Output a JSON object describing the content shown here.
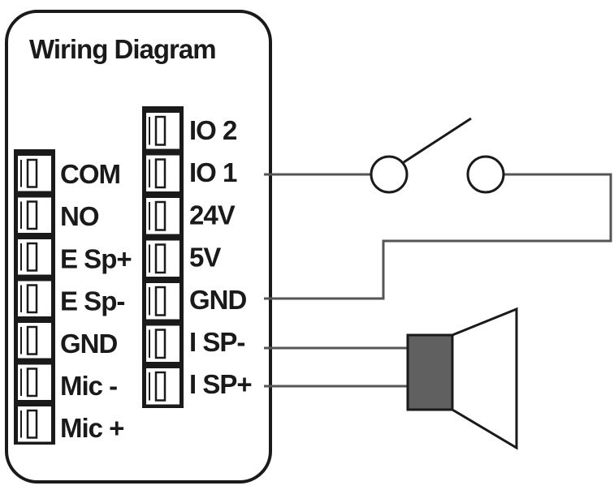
{
  "title": "Wiring Diagram",
  "left_terminals": [
    "COM",
    "NO",
    "E Sp+",
    "E Sp-",
    "GND",
    "Mic -",
    "Mic +"
  ],
  "right_terminals": [
    "IO 2",
    "IO 1",
    "24V",
    "5V",
    "GND",
    "I SP-",
    "I SP+"
  ],
  "colors": {
    "line": "#1a1a1a",
    "wire": "#555555",
    "speaker_body": "#606060"
  },
  "icons": [
    "switch-icon",
    "speaker-icon"
  ]
}
